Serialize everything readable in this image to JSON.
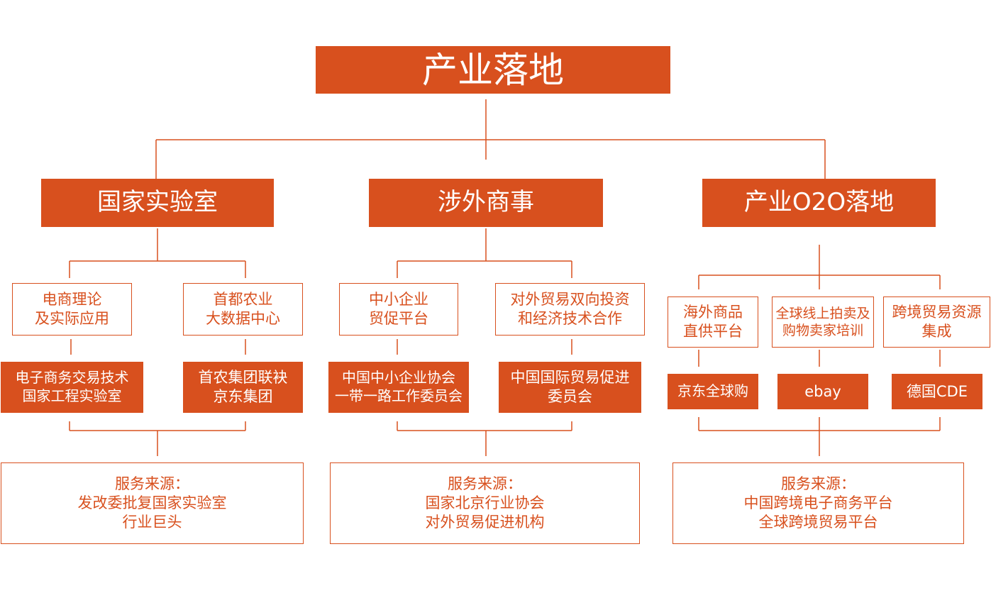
{
  "colors": {
    "accent": "#D8501E",
    "line": "#D8501E",
    "background": "#ffffff"
  },
  "root": {
    "title": "产业落地"
  },
  "branches": [
    {
      "title": "国家实验室",
      "labs": [
        {
          "lines": [
            "电商理论",
            "及实际应用"
          ]
        },
        {
          "lines": [
            "首都农业",
            "大数据中心"
          ]
        }
      ],
      "partners": [
        {
          "lines": [
            "电子商务交易技术",
            "国家工程实验室"
          ]
        },
        {
          "lines": [
            "首农集团联袂",
            "京东集团"
          ]
        }
      ],
      "source": {
        "lines": [
          "服务来源：",
          "发改委批复国家实验室",
          "行业巨头"
        ]
      }
    },
    {
      "title": "涉外商事",
      "labs": [
        {
          "lines": [
            "中小企业",
            "贸促平台"
          ]
        },
        {
          "lines": [
            "对外贸易双向投资",
            "和经济技术合作"
          ]
        }
      ],
      "partners": [
        {
          "lines": [
            "中国中小企业协会",
            "一带一路工作委员会"
          ]
        },
        {
          "lines": [
            "中国国际贸易促进",
            "委员会"
          ]
        }
      ],
      "source": {
        "lines": [
          "服务来源：",
          "国家北京行业协会",
          "对外贸易促进机构"
        ]
      }
    },
    {
      "title": "产业O2O落地",
      "labs": [
        {
          "lines": [
            "海外商品",
            "直供平台"
          ]
        },
        {
          "lines": [
            "全球线上拍卖及",
            "购物卖家培训"
          ]
        },
        {
          "lines": [
            "跨境贸易资源",
            "集成"
          ]
        }
      ],
      "partners": [
        {
          "lines": [
            "京东全球购"
          ]
        },
        {
          "lines": [
            "ebay"
          ]
        },
        {
          "lines": [
            "德国CDE"
          ]
        }
      ],
      "source": {
        "lines": [
          "服务来源：",
          "中国跨境电子商务平台",
          "全球跨境贸易平台"
        ]
      }
    }
  ]
}
